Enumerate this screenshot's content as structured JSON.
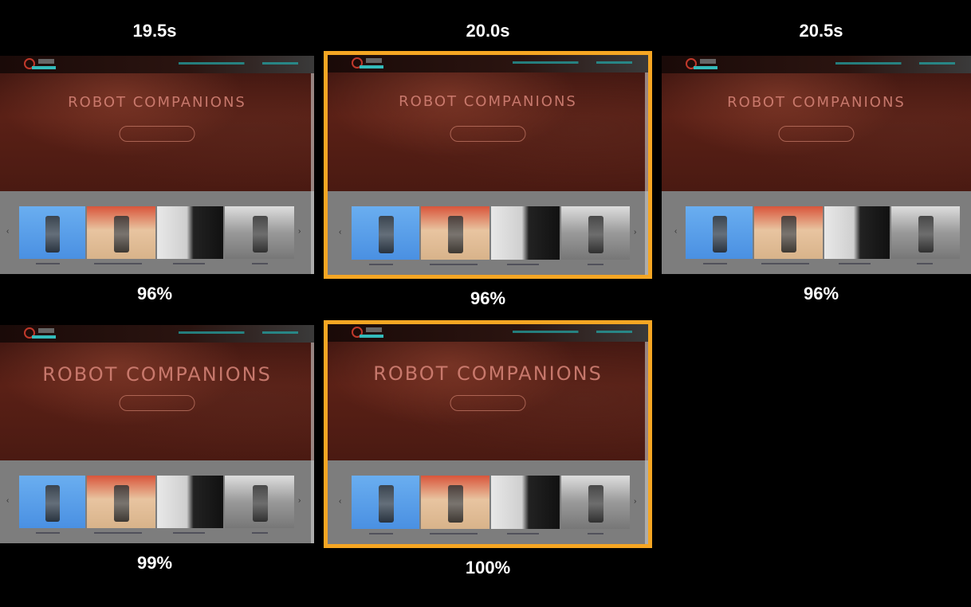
{
  "frames": [
    {
      "time": "19.5s",
      "score": "96%",
      "highlighted": false,
      "hero_title": "ROBOT COMPANIONS"
    },
    {
      "time": "20.0s",
      "score": "96%",
      "highlighted": true,
      "hero_title": "ROBOT COMPANIONS"
    },
    {
      "time": "20.5s",
      "score": "96%",
      "highlighted": false,
      "hero_title": "ROBOT COMPANIONS"
    },
    {
      "time": "",
      "score": "99%",
      "highlighted": false,
      "hero_title": "ROBOT COMPANIONS"
    },
    {
      "time": "",
      "score": "100%",
      "highlighted": true,
      "hero_title": "ROBOT COMPANIONS"
    }
  ],
  "colors": {
    "highlight": "#f5a623",
    "background": "#000000"
  }
}
